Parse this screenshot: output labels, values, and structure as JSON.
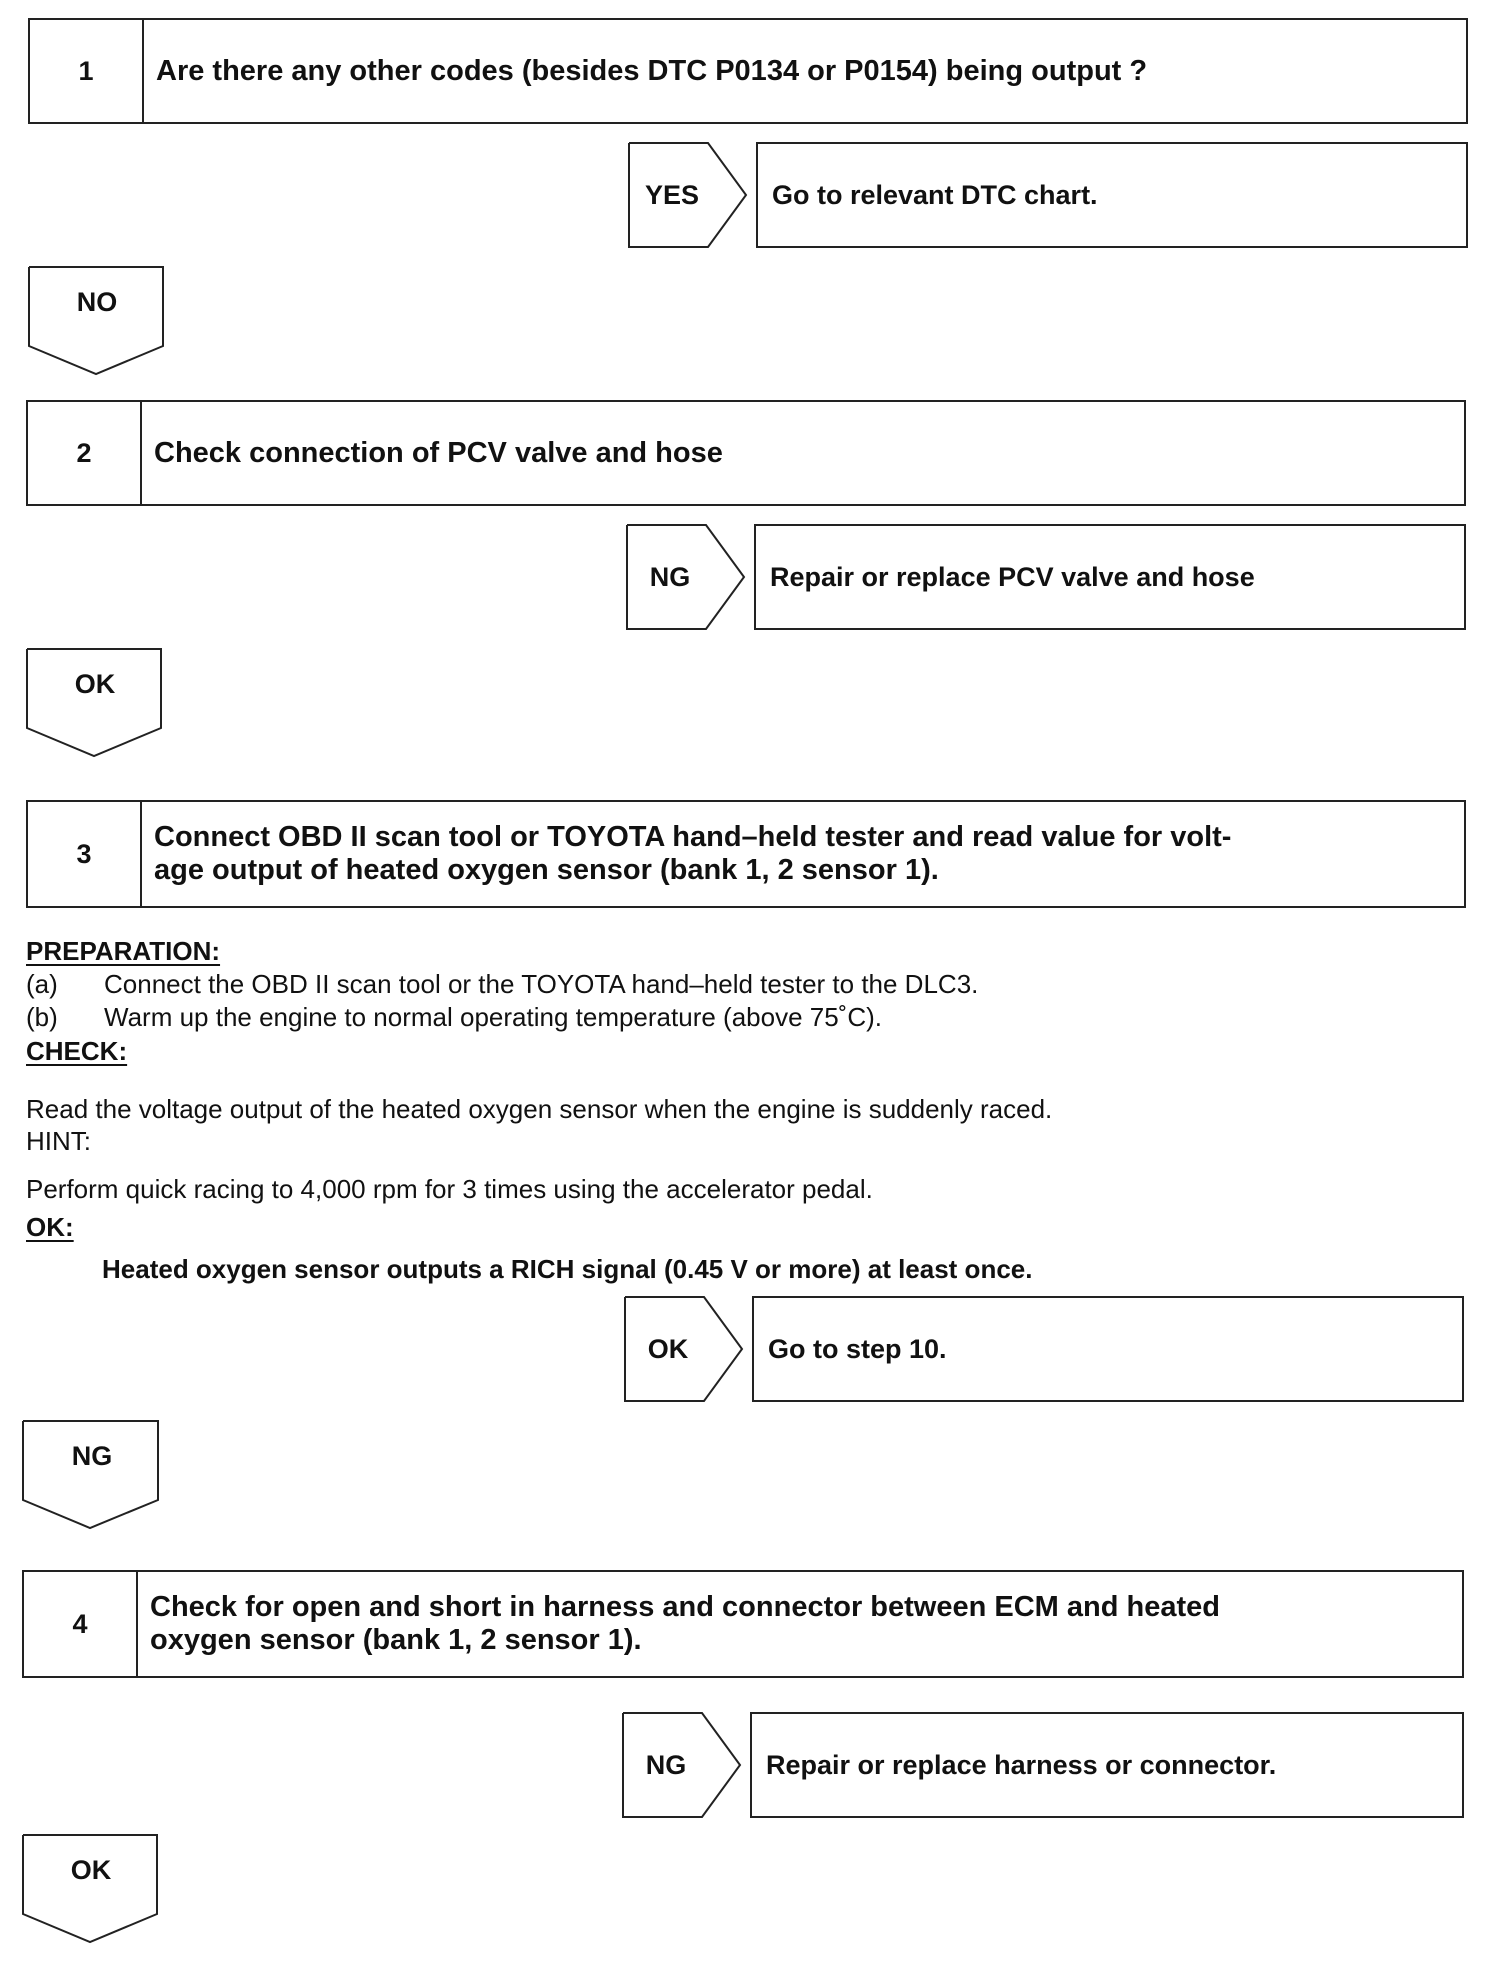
{
  "step1": {
    "number": "1",
    "title": "Are there any other codes (besides DTC P0134 or P0154) being output ?",
    "branch": {
      "label": "YES",
      "result": "Go to relevant DTC chart."
    },
    "down_label": "NO"
  },
  "step2": {
    "number": "2",
    "title": "Check connection of PCV valve and hose",
    "branch": {
      "label": "NG",
      "result": "Repair or replace PCV valve and hose"
    },
    "down_label": "OK"
  },
  "step3": {
    "number": "3",
    "title_line1": "Connect OBD II scan tool or TOYOTA hand–held tester and read value for volt-",
    "title_line2": "age output of heated oxygen sensor (bank 1, 2 sensor 1).",
    "preparation_header": "PREPARATION:",
    "preparation_items": [
      {
        "tag": "(a)",
        "text": "Connect the OBD II scan tool or the TOYOTA hand–held tester to the DLC3."
      },
      {
        "tag": "(b)",
        "text": "Warm up the engine to normal operating temperature (above 75˚C)."
      }
    ],
    "check_header": "CHECK:",
    "check_text": "Read the voltage output of the heated oxygen sensor when the engine is suddenly raced.",
    "hint_header": "HINT:",
    "hint_text": "Perform quick racing to 4,000 rpm for 3 times using the accelerator pedal.",
    "ok_header": "OK:",
    "ok_text": "Heated oxygen sensor outputs a RICH signal (0.45 V or more) at least once.",
    "branch": {
      "label": "OK",
      "result": "Go to step 10."
    },
    "down_label": "NG"
  },
  "step4": {
    "number": "4",
    "title_line1": "Check for open and short in harness and connector between ECM and heated",
    "title_line2": "oxygen sensor (bank 1, 2 sensor 1).",
    "branch": {
      "label": "NG",
      "result": "Repair or replace harness or connector."
    },
    "down_label": "OK"
  }
}
